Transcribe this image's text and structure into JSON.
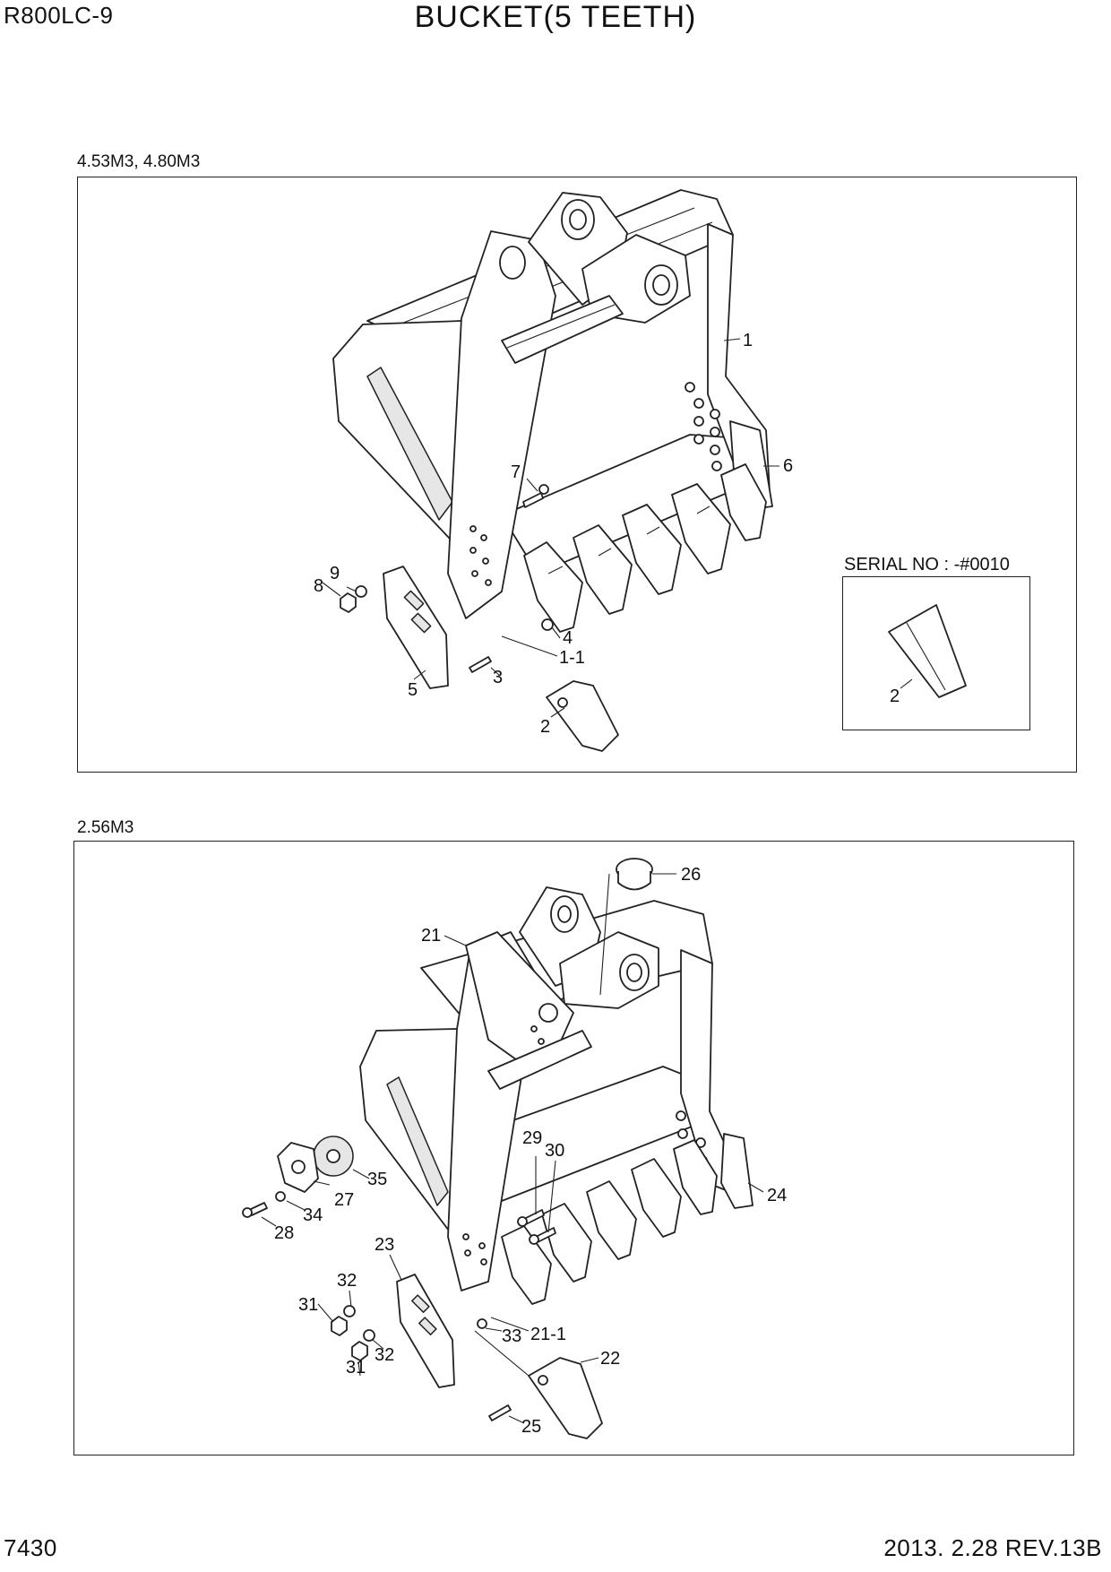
{
  "header": {
    "model": "R800LC-9",
    "title": "BUCKET(5 TEETH)"
  },
  "footer": {
    "page_number": "7430",
    "revision": "2013. 2.28  REV.13B"
  },
  "sections": [
    {
      "label": "4.53M3, 4.80M3",
      "inset": {
        "label": "SERIAL NO : -#0010",
        "callouts": [
          "2"
        ]
      },
      "callouts": [
        "1",
        "6",
        "7",
        "9",
        "8",
        "4",
        "1-1",
        "3",
        "5",
        "2"
      ]
    },
    {
      "label": "2.56M3",
      "callouts": [
        "26",
        "21",
        "29",
        "30",
        "35",
        "27",
        "34",
        "28",
        "24",
        "23",
        "32",
        "31",
        "33",
        "21-1",
        "31",
        "32",
        "22",
        "25"
      ]
    }
  ]
}
